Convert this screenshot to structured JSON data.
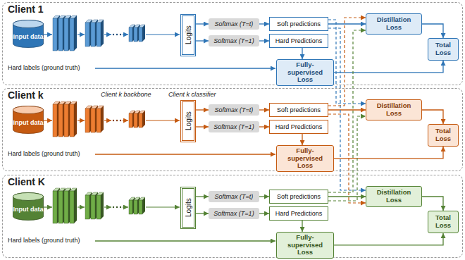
{
  "diagram": {
    "nodes": [
      {
        "text": [
          "Client 1"
        ]
      },
      {
        "text": [
          "Input data"
        ],
        "in": 0
      },
      {
        "text": [
          "Logits"
        ],
        "in": 0
      },
      {
        "text": [
          "Softmax (T=t)"
        ],
        "in": 0
      },
      {
        "text": [
          "Softmax (T=1)"
        ],
        "in": 0
      },
      {
        "text": [
          "Soft predictions"
        ],
        "in": 0
      },
      {
        "text": [
          "Hard Predictions"
        ],
        "in": 0
      },
      {
        "text": [
          "Fully-supervised Loss"
        ],
        "in": 0
      },
      {
        "text": [
          "Distillation Loss"
        ],
        "in": 0
      },
      {
        "text": [
          "Total Loss"
        ],
        "in": 0
      },
      {
        "text": [
          "Client k"
        ]
      },
      {
        "text": [
          "Input data"
        ],
        "in": 10
      },
      {
        "text": [
          "Logits"
        ],
        "in": 10
      },
      {
        "text": [
          "Softmax (T=t)"
        ],
        "in": 10
      },
      {
        "text": [
          "Softmax (T=1)"
        ],
        "in": 10
      },
      {
        "text": [
          "Soft predictions"
        ],
        "in": 10
      },
      {
        "text": [
          "Hard Predictions"
        ],
        "in": 10
      },
      {
        "text": [
          "Fully-supervised Loss"
        ],
        "in": 10
      },
      {
        "text": [
          "Distillation Loss"
        ],
        "in": 10
      },
      {
        "text": [
          "Total Loss"
        ],
        "in": 10
      },
      {
        "text": [
          "Client K"
        ]
      },
      {
        "text": [
          "Input data"
        ],
        "in": 20
      },
      {
        "text": [
          "Logits"
        ],
        "in": 20
      },
      {
        "text": [
          "Softmax (T=t)"
        ],
        "in": 20
      },
      {
        "text": [
          "Softmax (T=1)"
        ],
        "in": 20
      },
      {
        "text": [
          "Soft predictions"
        ],
        "in": 20
      },
      {
        "text": [
          "Hard Predictions"
        ],
        "in": 20
      },
      {
        "text": [
          "Fully-supervised Loss"
        ],
        "in": 20
      },
      {
        "text": [
          "Distillation Loss"
        ],
        "in": 20
      },
      {
        "text": [
          "Total Loss"
        ],
        "in": 20
      }
    ],
    "edges": [
      {
        "from": 2,
        "to": 3,
        "arrow": "to"
      },
      {
        "from": 2,
        "to": 4,
        "arrow": "to"
      },
      {
        "from": 3,
        "to": 5,
        "arrow": "to"
      },
      {
        "from": 4,
        "to": 6,
        "arrow": "to"
      },
      {
        "from": 6,
        "to": 7,
        "arrow": "to"
      },
      {
        "from": 5,
        "to": 8,
        "arrow": "to"
      },
      {
        "from": 8,
        "to": 9,
        "arrow": "to"
      },
      {
        "from": 7,
        "to": 9,
        "arrow": "to"
      },
      {
        "from": 12,
        "to": 13,
        "arrow": "to"
      },
      {
        "from": 12,
        "to": 14,
        "arrow": "to"
      },
      {
        "from": 13,
        "to": 15,
        "arrow": "to"
      },
      {
        "from": 14,
        "to": 16,
        "arrow": "to"
      },
      {
        "from": 16,
        "to": 17,
        "arrow": "to"
      },
      {
        "from": 15,
        "to": 18,
        "arrow": "to"
      },
      {
        "from": 18,
        "to": 19,
        "arrow": "to"
      },
      {
        "from": 17,
        "to": 19,
        "arrow": "to"
      },
      {
        "from": 22,
        "to": 23,
        "arrow": "to"
      },
      {
        "from": 22,
        "to": 24,
        "arrow": "to"
      },
      {
        "from": 23,
        "to": 25,
        "arrow": "to"
      },
      {
        "from": 24,
        "to": 26,
        "arrow": "to"
      },
      {
        "from": 26,
        "to": 27,
        "arrow": "to"
      },
      {
        "from": 25,
        "to": 28,
        "arrow": "to"
      },
      {
        "from": 28,
        "to": 29,
        "arrow": "to"
      },
      {
        "from": 27,
        "to": 29,
        "arrow": "to"
      },
      {
        "from": 5,
        "to": 18,
        "arrow": "to"
      },
      {
        "from": 5,
        "to": 28,
        "arrow": "to"
      },
      {
        "from": 15,
        "to": 8,
        "arrow": "to"
      },
      {
        "from": 15,
        "to": 28,
        "arrow": "to"
      },
      {
        "from": 25,
        "to": 8,
        "arrow": "to"
      },
      {
        "from": 25,
        "to": 18,
        "arrow": "to"
      }
    ],
    "labels": [
      "Hard labels (ground truth)",
      "Client k backbone",
      "Client k classifier",
      "Hard labels (ground truth)",
      "Hard labels (ground truth)"
    ]
  }
}
